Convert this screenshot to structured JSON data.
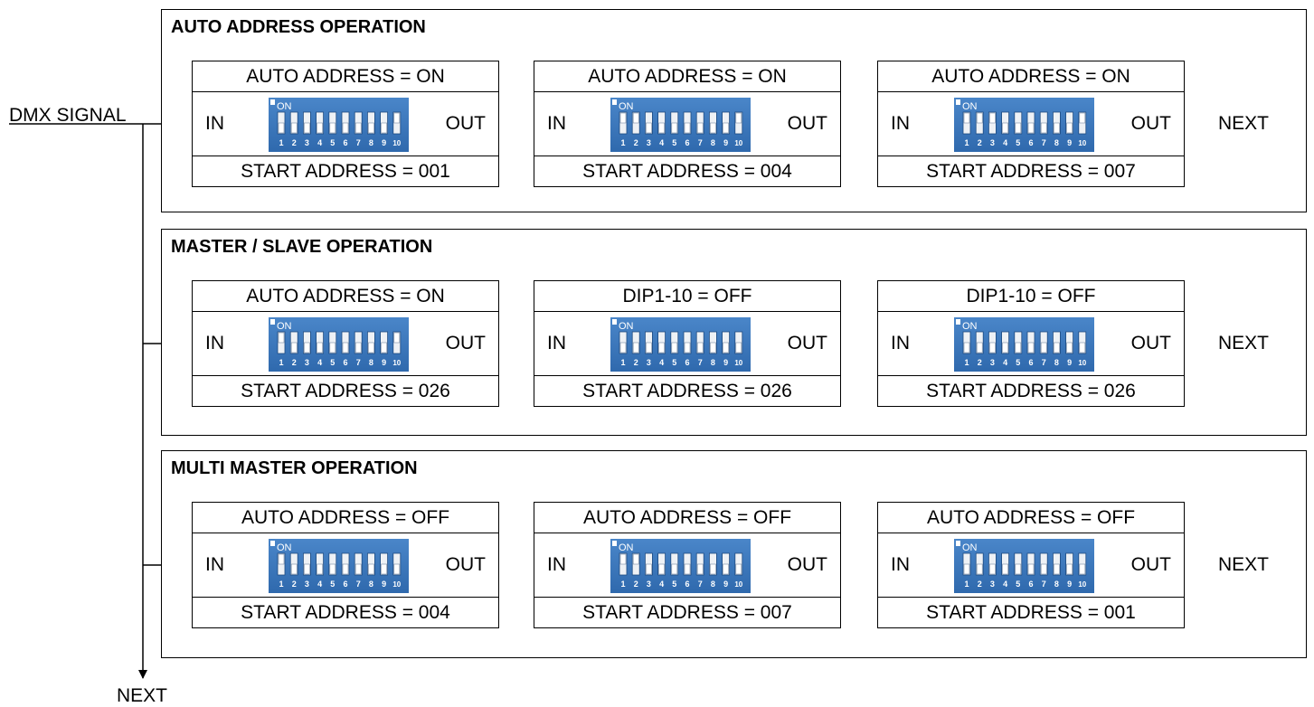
{
  "signal_label": "DMX SIGNAL",
  "bottom_next": "NEXT",
  "panels": [
    {
      "title": "AUTO ADDRESS OPERATION",
      "next": "NEXT",
      "devices": [
        {
          "top": "AUTO ADDRESS = ON",
          "bottom": "START ADDRESS = 001",
          "in": "IN",
          "out": "OUT",
          "switches_on": [
            10
          ]
        },
        {
          "top": "AUTO ADDRESS = ON",
          "bottom": "START ADDRESS = 004",
          "in": "IN",
          "out": "OUT",
          "switches_on": [
            1,
            2,
            10
          ]
        },
        {
          "top": "AUTO ADDRESS = ON",
          "bottom": "START ADDRESS = 007",
          "in": "IN",
          "out": "OUT",
          "switches_on": [
            1,
            2,
            3,
            10
          ]
        }
      ]
    },
    {
      "title": "MASTER / SLAVE OPERATION",
      "next": "NEXT",
      "devices": [
        {
          "top": "AUTO ADDRESS = ON",
          "bottom": "START ADDRESS = 026",
          "in": "IN",
          "out": "OUT",
          "switches_on": [
            1,
            10
          ]
        },
        {
          "top": "DIP1-10 = OFF",
          "bottom": "START ADDRESS = 026",
          "in": "IN",
          "out": "OUT",
          "switches_on": []
        },
        {
          "top": "DIP1-10 = OFF",
          "bottom": "START ADDRESS = 026",
          "in": "IN",
          "out": "OUT",
          "switches_on": []
        }
      ]
    },
    {
      "title": "MULTI MASTER OPERATION",
      "next": "NEXT",
      "devices": [
        {
          "top": "AUTO ADDRESS = OFF",
          "bottom": "START ADDRESS = 004",
          "in": "IN",
          "out": "OUT",
          "switches_on": [
            1
          ]
        },
        {
          "top": "AUTO ADDRESS = OFF",
          "bottom": "START ADDRESS = 007",
          "in": "IN",
          "out": "OUT",
          "switches_on": [
            1,
            2
          ]
        },
        {
          "top": "AUTO ADDRESS = OFF",
          "bottom": "START ADDRESS = 001",
          "in": "IN",
          "out": "OUT",
          "switches_on": []
        }
      ]
    }
  ],
  "dip_switch": {
    "on_label": "ON",
    "numbers": [
      "1",
      "2",
      "3",
      "4",
      "5",
      "6",
      "7",
      "8",
      "9",
      "10"
    ],
    "body_color": "#2f69ad",
    "body_color_light": "#4a86c9",
    "slot_color": "#eef1f5",
    "lever_color": "#ffffff"
  }
}
